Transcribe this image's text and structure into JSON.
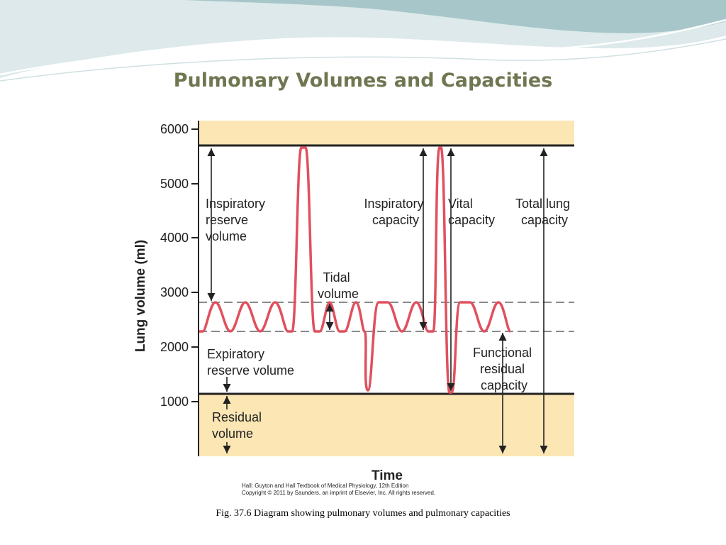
{
  "slide": {
    "title": "Pulmonary Volumes and Capacities",
    "caption": "Fig. 37.6   Diagram showing pulmonary volumes and pulmonary capacities"
  },
  "figure": {
    "y_axis_label": "Lung volume (ml)",
    "x_axis_label": "Time",
    "y_ticks": [
      "6000",
      "5000",
      "4000",
      "3000",
      "2000",
      "1000"
    ],
    "y_range": [
      0,
      6000
    ],
    "levels_ml": {
      "total_lung_capacity": 5800,
      "tidal_inspiration": 2800,
      "resting_expiration": 2300,
      "residual": 1200
    },
    "labels": {
      "inspiratory_reserve_volume": [
        "Inspiratory",
        "reserve",
        "volume"
      ],
      "tidal_volume": [
        "Tidal",
        "volume"
      ],
      "inspiratory_capacity": [
        "Inspiratory",
        "capacity"
      ],
      "vital_capacity": [
        "Vital",
        "capacity"
      ],
      "total_lung_capacity": [
        "Total lung",
        "capacity"
      ],
      "expiratory_reserve_volume": [
        "Expiratory",
        "reserve volume"
      ],
      "functional_residual_capacity": [
        "Functional",
        "residual",
        "capacity"
      ],
      "residual_volume": [
        "Residual",
        "volume"
      ]
    },
    "credit": [
      "Hall: Guyton and Hall Textbook of Medical Physiology, 12th Edition",
      "Copyright © 2011 by Saunders, an imprint of Elsevier, Inc. All rights reserved."
    ]
  },
  "colors": {
    "title": "#6f7752",
    "shaded_band": "#fbe6b4",
    "volume_trace": "#e0505e",
    "axis": "#222222",
    "banner_light": "#dde9ea",
    "banner_mid": "#a7c6c9"
  }
}
